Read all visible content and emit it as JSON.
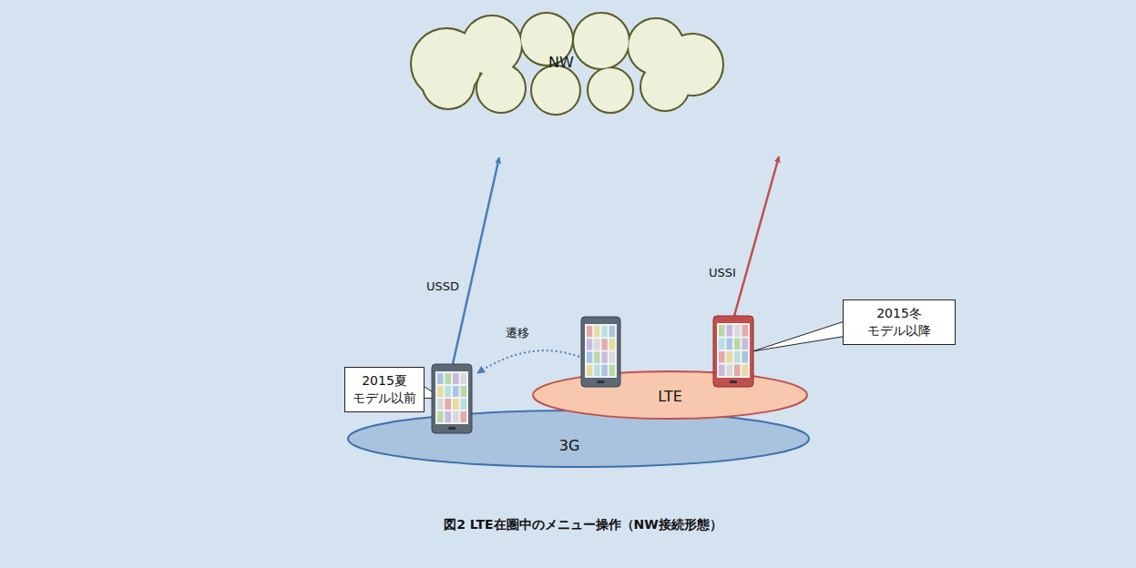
{
  "diagram": {
    "caption": "図2 LTE在圏中のメニュー操作（NW接続形態）",
    "nodes": [
      {
        "text": [
          "NW"
        ]
      },
      {
        "text": [
          "2015夏 モデル以前"
        ]
      },
      {
        "text": [
          "3G"
        ]
      },
      {
        "text": [
          "LTE"
        ]
      },
      {
        "text": [
          "2015冬 モデル以降"
        ]
      }
    ],
    "labels": [
      "USSD",
      "USSI",
      "遷移"
    ]
  }
}
